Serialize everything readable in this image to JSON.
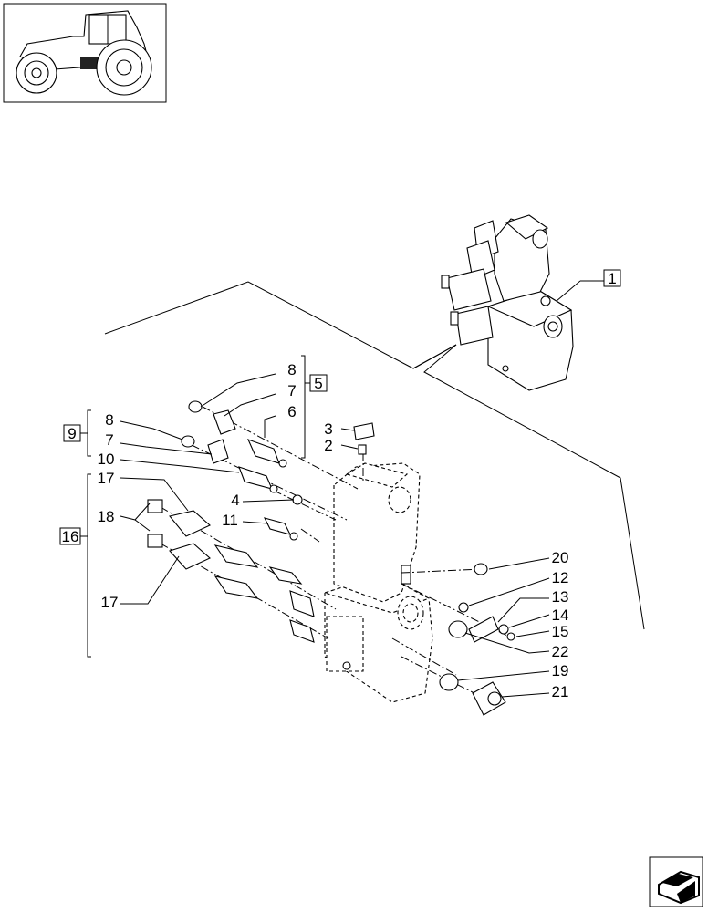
{
  "thumbnail": {
    "icon": "tractor-thumbnail-icon"
  },
  "nav": {
    "icon": "next-page-arrow-icon"
  },
  "group_labels": {
    "g1": "1",
    "g5": "5",
    "g9": "9",
    "g16": "16"
  },
  "callouts": {
    "c8a": "8",
    "c7a": "7",
    "c6": "6",
    "c8b": "8",
    "c7b": "7",
    "c10": "10",
    "c3": "3",
    "c2": "2",
    "c4": "4",
    "c11": "11",
    "c17a": "17",
    "c18": "18",
    "c17b": "17",
    "c20": "20",
    "c12": "12",
    "c13": "13",
    "c14": "14",
    "c15": "15",
    "c22": "22",
    "c19": "19",
    "c21": "21"
  }
}
